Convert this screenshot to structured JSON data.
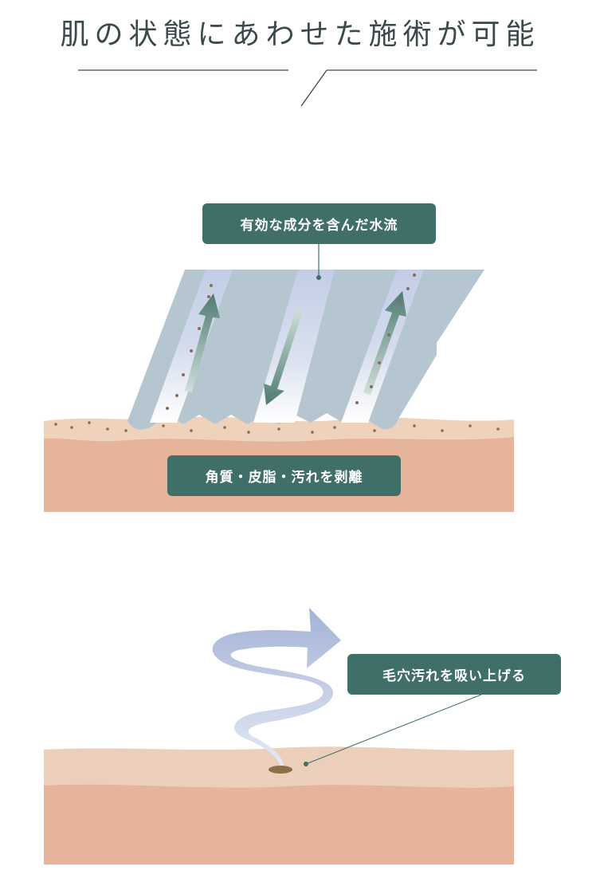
{
  "title": "肌の状態にあわせた施術が可能",
  "diagram1": {
    "water_label": "有効な成分を含んだ水流",
    "peel_label": "角質・皮脂・汚れを剥離"
  },
  "diagram2": {
    "suction_label": "毛穴汚れを吸い上げる"
  },
  "colors": {
    "label_bg": "#3f6f68",
    "skin_base": "#e6b49a",
    "skin_top": "#eeccb4",
    "tip_body": "#b5c6d0",
    "channel": "#c9d3e8",
    "arrow": "#4f7a72",
    "spiral": "#a7b6d8"
  }
}
